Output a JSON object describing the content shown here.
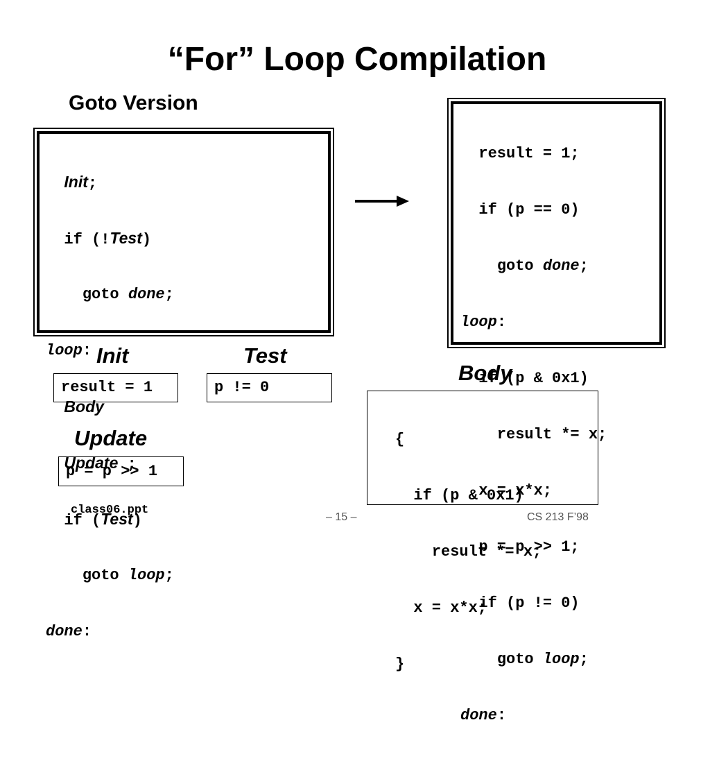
{
  "slide": {
    "title": "“For” Loop Compilation",
    "goto_heading": "Goto Version",
    "goto_code": {
      "init": "Init",
      "semi": ";",
      "if_open": "if (!",
      "test": "Test",
      "close_paren": ")",
      "goto": "goto ",
      "done": "done",
      "loop": "loop",
      "colon": ":",
      "body": "Body",
      "update": "Update",
      "space_semi": " ;",
      "if_open2": "if (",
      "semi2": ";"
    },
    "compiled_code": {
      "l1": "result = 1;",
      "l2": "if (p == 0)",
      "goto": "goto ",
      "done": "done",
      "semi": ";",
      "loop": "loop",
      "colon": ":",
      "l5": "if (p & 0x1)",
      "l6": "result *= x;",
      "l7": "x = x*x;",
      "l8": "p = p >> 1;",
      "l9": "if (p != 0)"
    },
    "init_label": "Init",
    "init_code": "result = 1",
    "test_label": "Test",
    "test_code": "p != 0",
    "update_label": "Update",
    "update_code": "p = p >> 1",
    "body_label": "Body",
    "body_code": [
      "{",
      "if (p & 0x1)",
      "result *= x;",
      "x = x*x;",
      "}"
    ],
    "footer": {
      "filename": "class06.ppt",
      "page": "– 15 –",
      "course": "CS 213 F’98"
    }
  }
}
